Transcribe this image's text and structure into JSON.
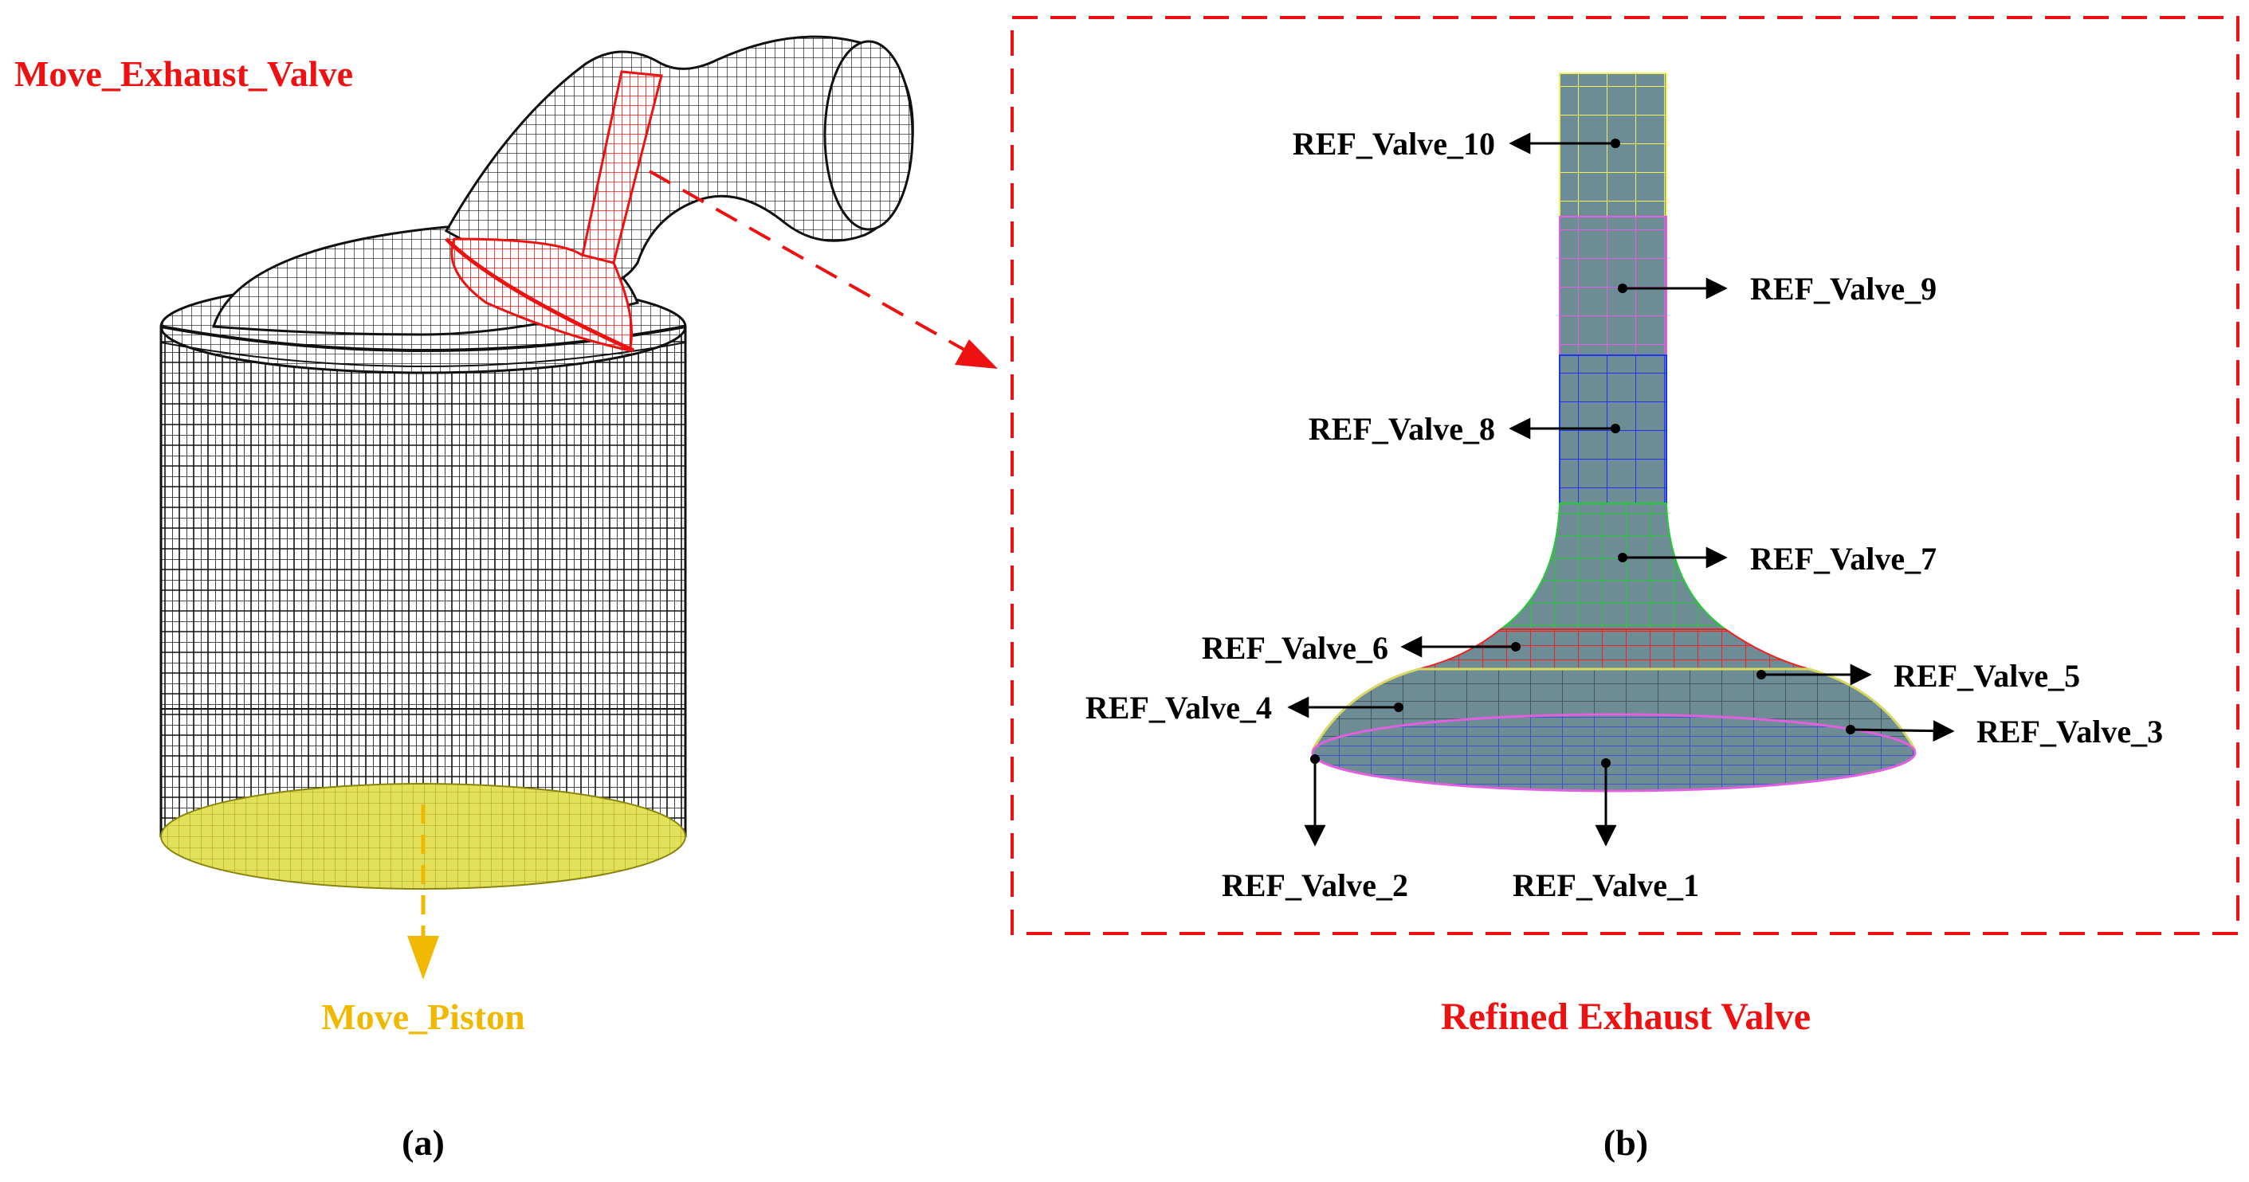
{
  "panel_a": {
    "valve_label": "Move_Exhaust_Valve",
    "piston_label": "Move_Piston",
    "caption": "(a)"
  },
  "panel_b": {
    "title": "Refined Exhaust Valve",
    "caption": "(b)",
    "references": [
      "REF_Valve_1",
      "REF_Valve_2",
      "REF_Valve_3",
      "REF_Valve_4",
      "REF_Valve_5",
      "REF_Valve_6",
      "REF_Valve_7",
      "REF_Valve_8",
      "REF_Valve_9",
      "REF_Valve_10"
    ]
  },
  "colors": {
    "valve_red": "#ee1111",
    "piston_yellow": "#f0b800",
    "piston_face": "#e3e05a",
    "mesh_black": "#111111",
    "valve_fill": "#6e8c95",
    "stem_top_lines": "#f0f060",
    "stem_mid_lines": "#e060e0",
    "stem_low_lines": "#2233ee",
    "fillet_lines": "#22cc33",
    "neck_lines": "#ee2222",
    "face_lines": "#d8d860"
  }
}
